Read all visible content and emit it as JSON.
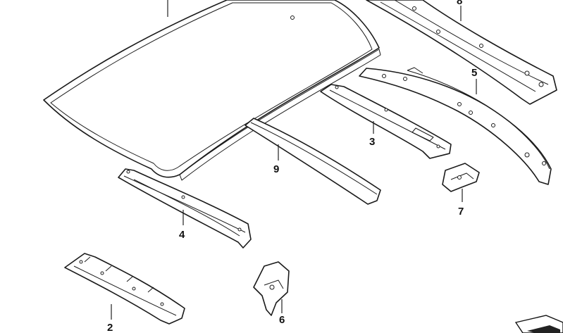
{
  "callouts": {
    "part_2": "2",
    "part_3": "3",
    "part_4": "4",
    "part_5": "5",
    "part_6": "6",
    "part_7": "7",
    "part_8": "8",
    "part_9": "9"
  },
  "icons": {
    "corner": "part-sheet-icon"
  }
}
